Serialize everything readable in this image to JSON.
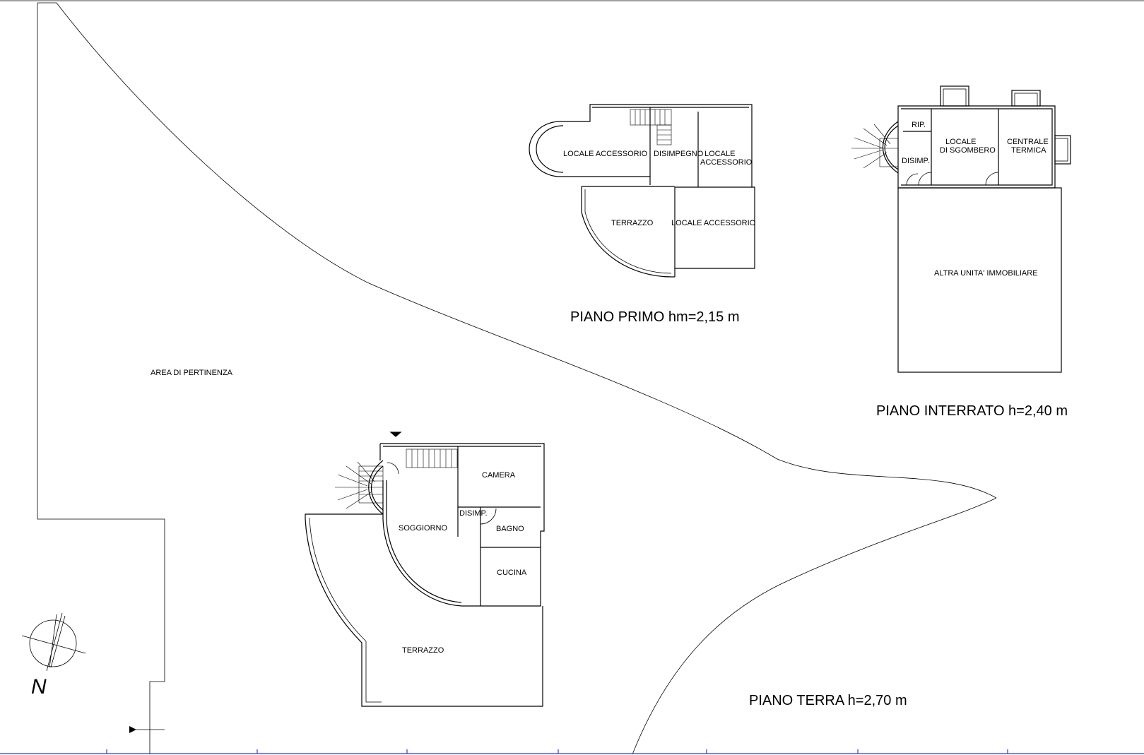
{
  "titles": {
    "primo": "PIANO PRIMO hm=2,15 m",
    "interrato": "PIANO INTERRATO h=2,40 m",
    "terra": "PIANO TERRA h=2,70 m"
  },
  "site": {
    "area_label": "AREA DI PERTINENZA",
    "north_label": "N"
  },
  "piano_primo": {
    "rooms": {
      "locale_accessorio_w": "LOCALE ACCESSORIO",
      "disimpegno": "DISIMPEGNO",
      "locale_accessorio_e_1": "LOCALE",
      "locale_accessorio_e_2": "ACCESSORIO",
      "terrazzo": "TERRAZZO",
      "locale_accessorio_s": "LOCALE ACCESSORIO"
    }
  },
  "piano_interrato": {
    "rooms": {
      "rip": "RIP.",
      "disimp": "DISIMP.",
      "locale_sgombero_1": "LOCALE",
      "locale_sgombero_2": "DI SGOMBERO",
      "centrale_termica_1": "CENTRALE",
      "centrale_termica_2": "TERMICA",
      "altra_unita": "ALTRA  UNITA' IMMOBILIARE"
    }
  },
  "piano_terra": {
    "rooms": {
      "camera": "CAMERA",
      "disimp": "DISIMP.",
      "soggiorno": "SOGGIORNO",
      "bagno": "BAGNO",
      "cucina": "CUCINA",
      "terrazzo": "TERRAZZO"
    }
  },
  "colors": {
    "line": "#000000",
    "edge": "#2b3bd6",
    "background": "#ffffff"
  }
}
